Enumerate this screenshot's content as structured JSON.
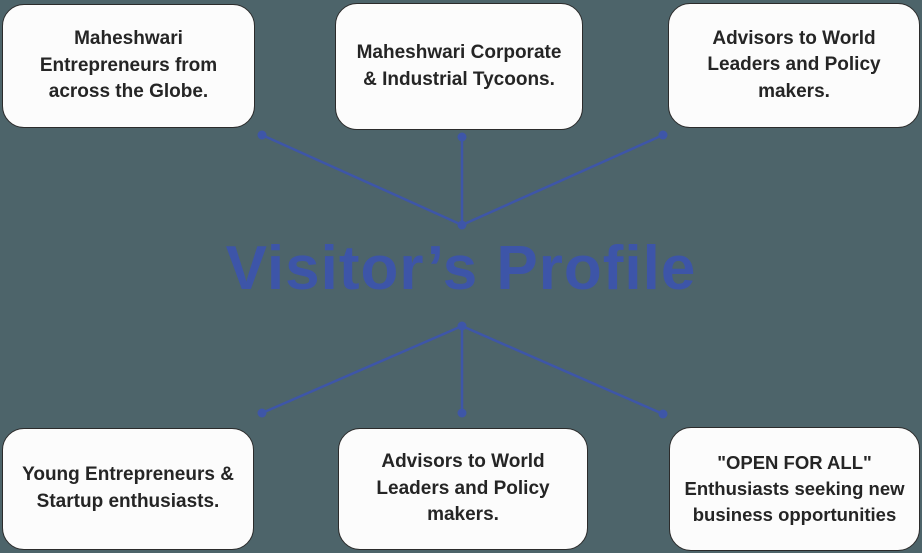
{
  "colors": {
    "background": "#4D646A",
    "card_fill": "#FCFCFC",
    "card_border": "#2B2B2B",
    "card_text": "#252525",
    "title": "#3D55A8",
    "connector": "#3E56A8"
  },
  "title": {
    "text": "Visitor’s Profile"
  },
  "cards": {
    "top": [
      {
        "text": "Maheshwari Entrepreneurs from across the Globe."
      },
      {
        "text": "Maheshwari Corporate & Industrial Tycoons."
      },
      {
        "text": "Advisors to World Leaders and Policy makers."
      }
    ],
    "bottom": [
      {
        "text": "Young Entrepreneurs & Startup enthusiasts."
      },
      {
        "text": "Advisors to World Leaders and Policy makers."
      },
      {
        "text": "\"OPEN FOR ALL\" Enthusiasts seeking new business opportunities"
      }
    ]
  }
}
